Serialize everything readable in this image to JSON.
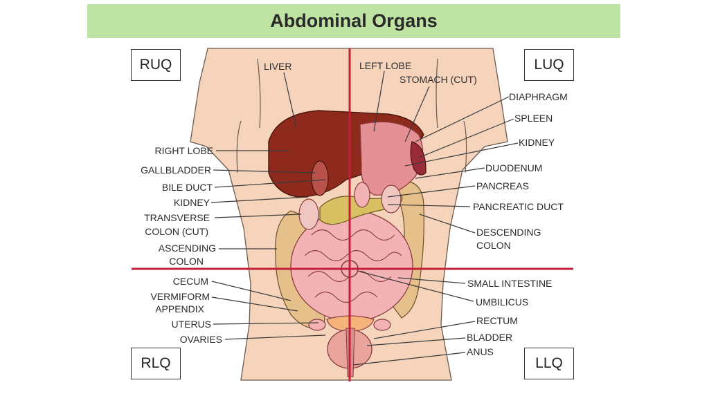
{
  "title": "Abdominal Organs",
  "quadrants": {
    "ruq": "RUQ",
    "luq": "LUQ",
    "rlq": "RLQ",
    "llq": "LLQ"
  },
  "labels": {
    "liver": "LIVER",
    "left_lobe": "LEFT LOBE",
    "stomach_cut": "STOMACH (CUT)",
    "diaphragm": "DIAPHRAGM",
    "spleen": "SPLEEN",
    "kidney_left": "KIDNEY",
    "duodenum": "DUODENUM",
    "pancreas": "PANCREAS",
    "pancreatic_duct": "PANCREATIC DUCT",
    "descending_colon_1": "DESCENDING",
    "descending_colon_2": "COLON",
    "small_intestine": "SMALL INTESTINE",
    "umbilicus": "UMBILICUS",
    "rectum": "RECTUM",
    "bladder": "BLADDER",
    "anus": "ANUS",
    "right_lobe": "RIGHT LOBE",
    "gallbladder": "GALLBLADDER",
    "bile_duct": "BILE DUCT",
    "kidney_right": "KIDNEY",
    "transverse_colon_1": "TRANSVERSE",
    "transverse_colon_2": "COLON (CUT)",
    "ascending_colon_1": "ASCENDING",
    "ascending_colon_2": "COLON",
    "cecum": "CECUM",
    "appendix_1": "VERMIFORM",
    "appendix_2": "APPENDIX",
    "uterus": "UTERUS",
    "ovaries": "OVARIES"
  },
  "colors": {
    "title_bg": "#bfe3a3",
    "skin": "#f6d3bb",
    "liver": "#8e2a1c",
    "stomach": "#e59095",
    "intestine": "#f3b3b5",
    "colon": "#e6c08a",
    "midline": "#c4203a"
  }
}
